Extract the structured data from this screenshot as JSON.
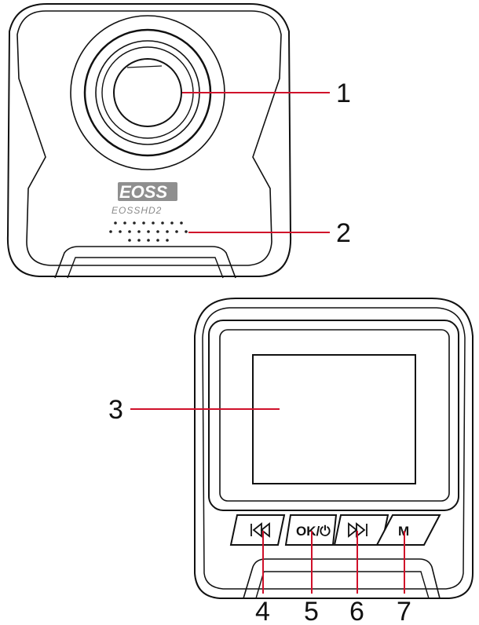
{
  "front": {
    "brand": "EOSS",
    "model": "EOSSHD2"
  },
  "back": {
    "ok_button_label": "OK/⏻",
    "mode_button_label": "M"
  },
  "callouts": [
    "1",
    "2",
    "3",
    "4",
    "5",
    "6",
    "7"
  ],
  "callout_targets": {
    "1": "lens",
    "2": "speaker-grille",
    "3": "lcd-screen",
    "4": "previous-button",
    "5": "ok-power-button",
    "6": "next-button",
    "7": "mode-button"
  },
  "colors": {
    "callout_line": "#d0102a",
    "outline": "#111111",
    "logo": "#7a7a7a"
  },
  "icons": {
    "previous": "skip-back-icon",
    "next": "skip-forward-icon",
    "power": "power-icon"
  }
}
